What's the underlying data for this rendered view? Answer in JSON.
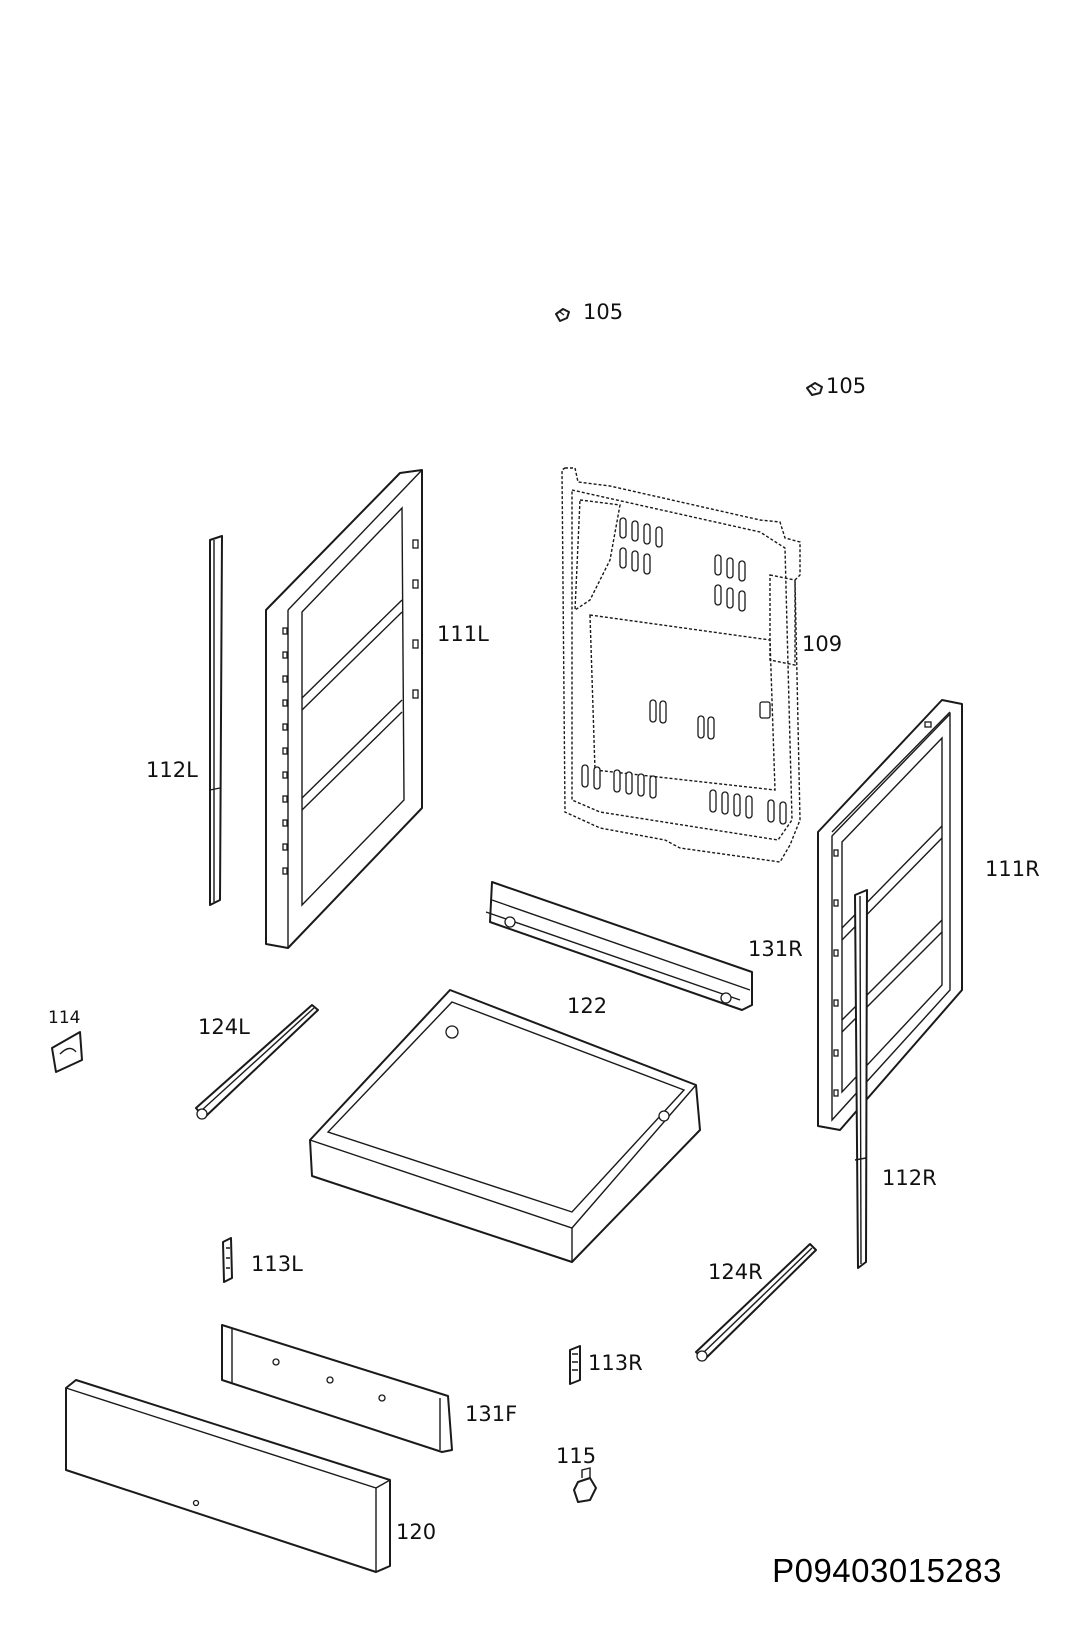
{
  "drawing_code": "P09403015283",
  "labels": {
    "p105a": "105",
    "p105b": "105",
    "p109": "109",
    "p111L": "111L",
    "p111R": "111R",
    "p112L": "112L",
    "p112R": "112R",
    "p113L": "113L",
    "p113R": "113R",
    "p114": "114",
    "p115": "115",
    "p120": "120",
    "p122": "122",
    "p124L": "124L",
    "p124R": "124R",
    "p131R": "131R",
    "p131F": "131F"
  }
}
